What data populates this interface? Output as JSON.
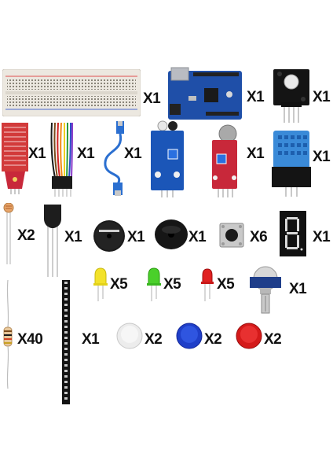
{
  "quantities": {
    "breadboard": "X1",
    "uno_board": "X1",
    "rgb_led_module": "X1",
    "water_sensor": "X1",
    "jumper_wires": "X1",
    "usb_cable": "X1",
    "ir_obstacle_sensor": "X1",
    "sound_sensor": "X1",
    "dht11_sensor": "X1",
    "photoresistor": "X2",
    "temperature_sensor": "X1",
    "active_buzzer": "X1",
    "passive_buzzer": "X1",
    "push_button": "X6",
    "seven_segment": "X1",
    "yellow_led": "X5",
    "green_led": "X5",
    "red_led": "X5",
    "potentiometer": "X1",
    "resistor": "X40",
    "pin_header": "X1",
    "white_cap": "X2",
    "blue_cap": "X2",
    "red_cap": "X2"
  },
  "colors": {
    "board_blue": "#1f4fa8",
    "sensor_red": "#c8283a",
    "sensor_blue": "#1b56b8",
    "breadboard": "#ece8e0",
    "water_sensor_red": "#d23a3a"
  }
}
